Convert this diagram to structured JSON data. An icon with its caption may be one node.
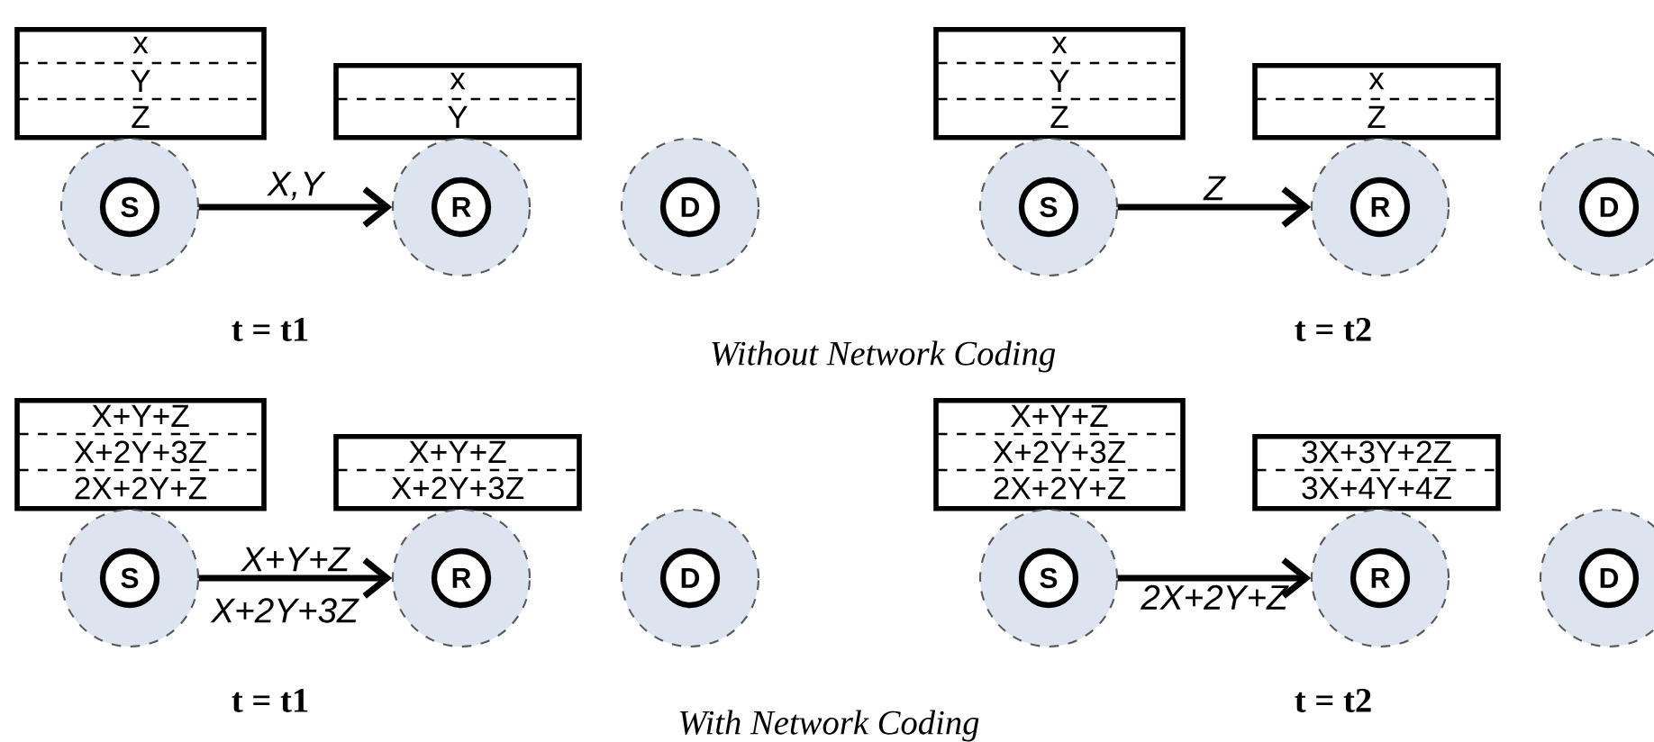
{
  "diagram": {
    "nodes": [
      {
        "text": [
          "x",
          "Y",
          "Z"
        ]
      },
      {
        "text": [
          "x",
          "Y"
        ]
      },
      {
        "text": [
          "S"
        ]
      },
      {
        "text": [
          "R"
        ]
      },
      {
        "text": [
          "D"
        ]
      },
      {
        "text": [
          "x",
          "Y",
          "Z"
        ]
      },
      {
        "text": [
          "x",
          "Z"
        ]
      },
      {
        "text": [
          "S"
        ]
      },
      {
        "text": [
          "R"
        ]
      },
      {
        "text": [
          "D"
        ]
      },
      {
        "text": [
          "X+Y+Z",
          "X+2Y+3Z",
          "2X+2Y+Z"
        ]
      },
      {
        "text": [
          "X+Y+Z",
          "X+2Y+3Z"
        ]
      },
      {
        "text": [
          "S"
        ]
      },
      {
        "text": [
          "R"
        ]
      },
      {
        "text": [
          "D"
        ]
      },
      {
        "text": [
          "X+Y+Z",
          "X+2Y+3Z",
          "2X+2Y+Z"
        ]
      },
      {
        "text": [
          "3X+3Y+2Z",
          "3X+4Y+4Z"
        ]
      },
      {
        "text": [
          "S"
        ]
      },
      {
        "text": [
          "R"
        ]
      },
      {
        "text": [
          "D"
        ]
      }
    ],
    "edges": [
      {
        "from": 2,
        "to": 3,
        "arrow": "to",
        "label": "X,Y"
      },
      {
        "from": 7,
        "to": 8,
        "arrow": "to",
        "label": "Z"
      },
      {
        "from": 12,
        "to": 13,
        "arrow": "to",
        "label": "X+Y+Z"
      },
      {
        "from": 17,
        "to": 18,
        "arrow": "to",
        "label": "2X+2Y+Z"
      }
    ],
    "labels": [
      "t = t1",
      "t = t2",
      "Without Network Coding",
      "X+2Y+3Z",
      "t = t1",
      "t = t2",
      "With Network Coding"
    ]
  }
}
